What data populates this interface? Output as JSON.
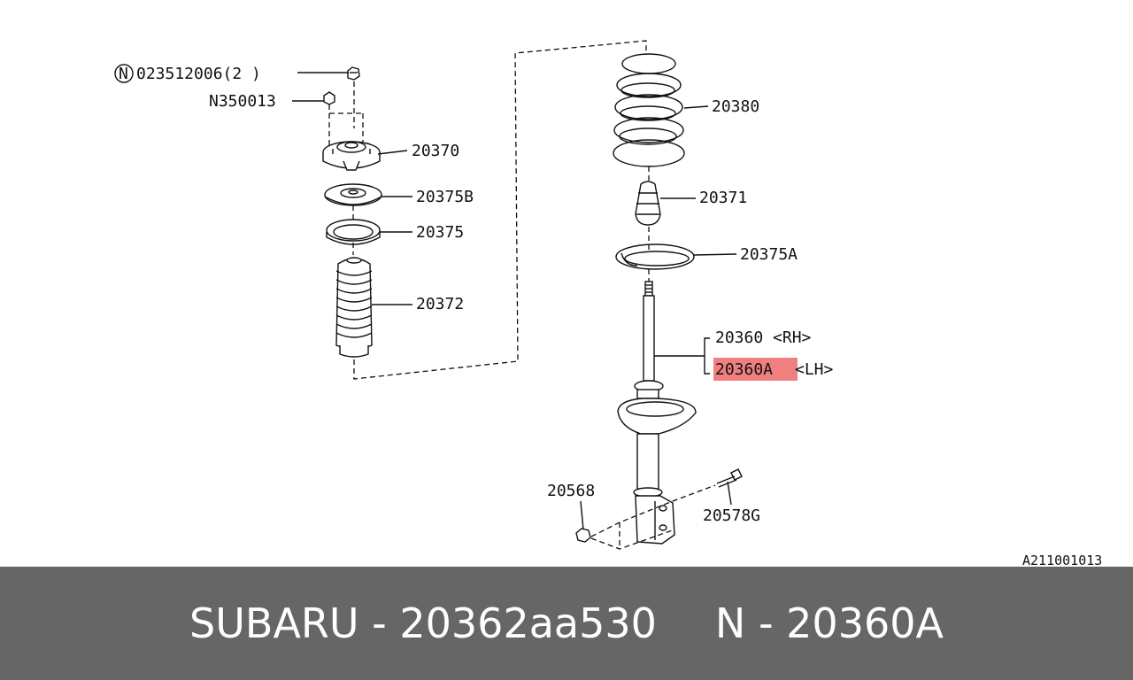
{
  "diagram": {
    "labels": {
      "n_mark": "N",
      "p023512006": "023512006(2  )",
      "n350013": "N350013",
      "p20370": "20370",
      "p20375b": "20375B",
      "p20375": "20375",
      "p20372": "20372",
      "p20380": "20380",
      "p20371": "20371",
      "p20375a": "20375A",
      "p20360": "20360 <RH>",
      "p20360a_code": "20360A",
      "p20360a_side": "<LH>",
      "p20568": "20568",
      "p20578g": "20578G",
      "ref_code": "A211001013"
    },
    "highlight_color": "#f08080"
  },
  "footer": {
    "brand_part": "SUBARU - 20362aa530",
    "oem_part": "N - 20360A",
    "background": "#666666"
  }
}
